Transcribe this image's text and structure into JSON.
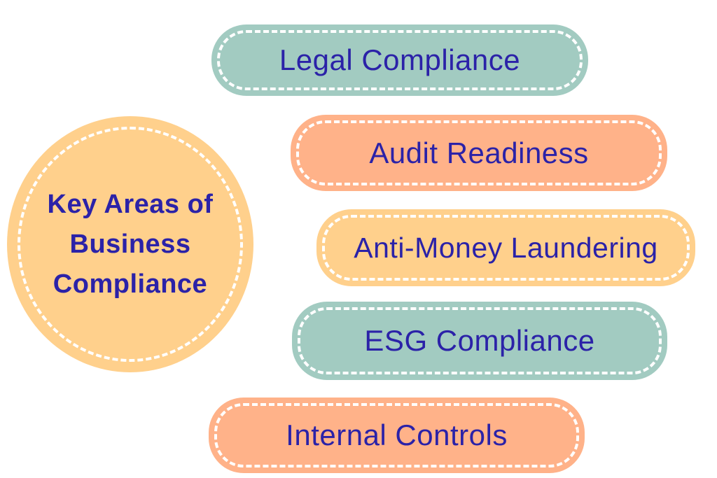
{
  "diagram": {
    "center": {
      "lines": [
        "Key Areas of",
        "Business",
        "Compliance"
      ],
      "fill": "#ffd08c"
    },
    "items": [
      {
        "label": "Legal Compliance",
        "fill": "#a2cbc1"
      },
      {
        "label": "Audit Readiness",
        "fill": "#ffb289"
      },
      {
        "label": "Anti-Money Laundering",
        "fill": "#ffd08c"
      },
      {
        "label": "ESG Compliance",
        "fill": "#a2cbc1"
      },
      {
        "label": "Internal Controls",
        "fill": "#ffb289"
      }
    ],
    "colors": {
      "teal": "#a2cbc1",
      "salmon": "#ffb289",
      "yellow": "#ffd08c",
      "text": "#2b22a8",
      "dash": "#ffffff",
      "background": "#ffffff"
    }
  }
}
